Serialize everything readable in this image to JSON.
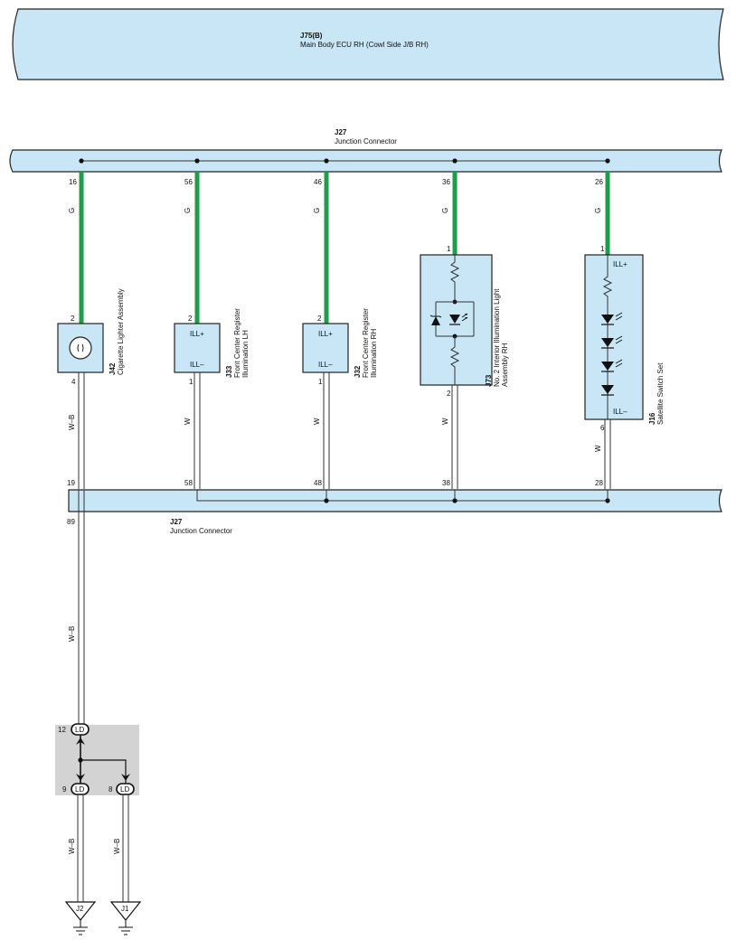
{
  "ecu": {
    "id": "J75(B)",
    "name": "Main Body ECU RH (Cowl Side J/B RH)"
  },
  "jc_top": {
    "id": "J27",
    "name": "Junction Connector"
  },
  "jc_bottom": {
    "id": "J27",
    "name": "Junction Connector",
    "pin_left": "19",
    "pin_out": "89"
  },
  "ill_pins": [
    "16",
    "56",
    "46",
    "36",
    "26"
  ],
  "gnd_pins": [
    "58",
    "48",
    "38",
    "28"
  ],
  "wire_green": "G",
  "wire_white": "W",
  "wire_wb": "W–B",
  "cig": {
    "id": "J42",
    "name": "Cigarette Lighter Assembly",
    "pin_in": "2",
    "pin_out": "4"
  },
  "reg_lh": {
    "id": "J33",
    "name1": "Front Center Register",
    "name2": "Illumination LH",
    "pin_in": "2",
    "pin_out": "1",
    "ill_plus": "ILL+",
    "ill_minus": "ILL–"
  },
  "reg_rh": {
    "id": "J32",
    "name1": "Front Center Register",
    "name2": "Illumination RH",
    "pin_in": "2",
    "pin_out": "1",
    "ill_plus": "ILL+",
    "ill_minus": "ILL–"
  },
  "int_light": {
    "id": "J73",
    "name1": "No. 2 Interior Illumination Light",
    "name2": "Assembly RH",
    "pin_in": "1",
    "pin_out": "2"
  },
  "sat_switch": {
    "id": "J16",
    "name": "Satellite Switch Set",
    "pin_in": "1",
    "pin_out": "6",
    "ill_plus": "ILL+",
    "ill_minus": "ILL–"
  },
  "splice": {
    "pin_in": "12",
    "pin_out1": "9",
    "pin_out2": "8",
    "conn_label": "LD"
  },
  "grounds": [
    "J2",
    "J1"
  ]
}
